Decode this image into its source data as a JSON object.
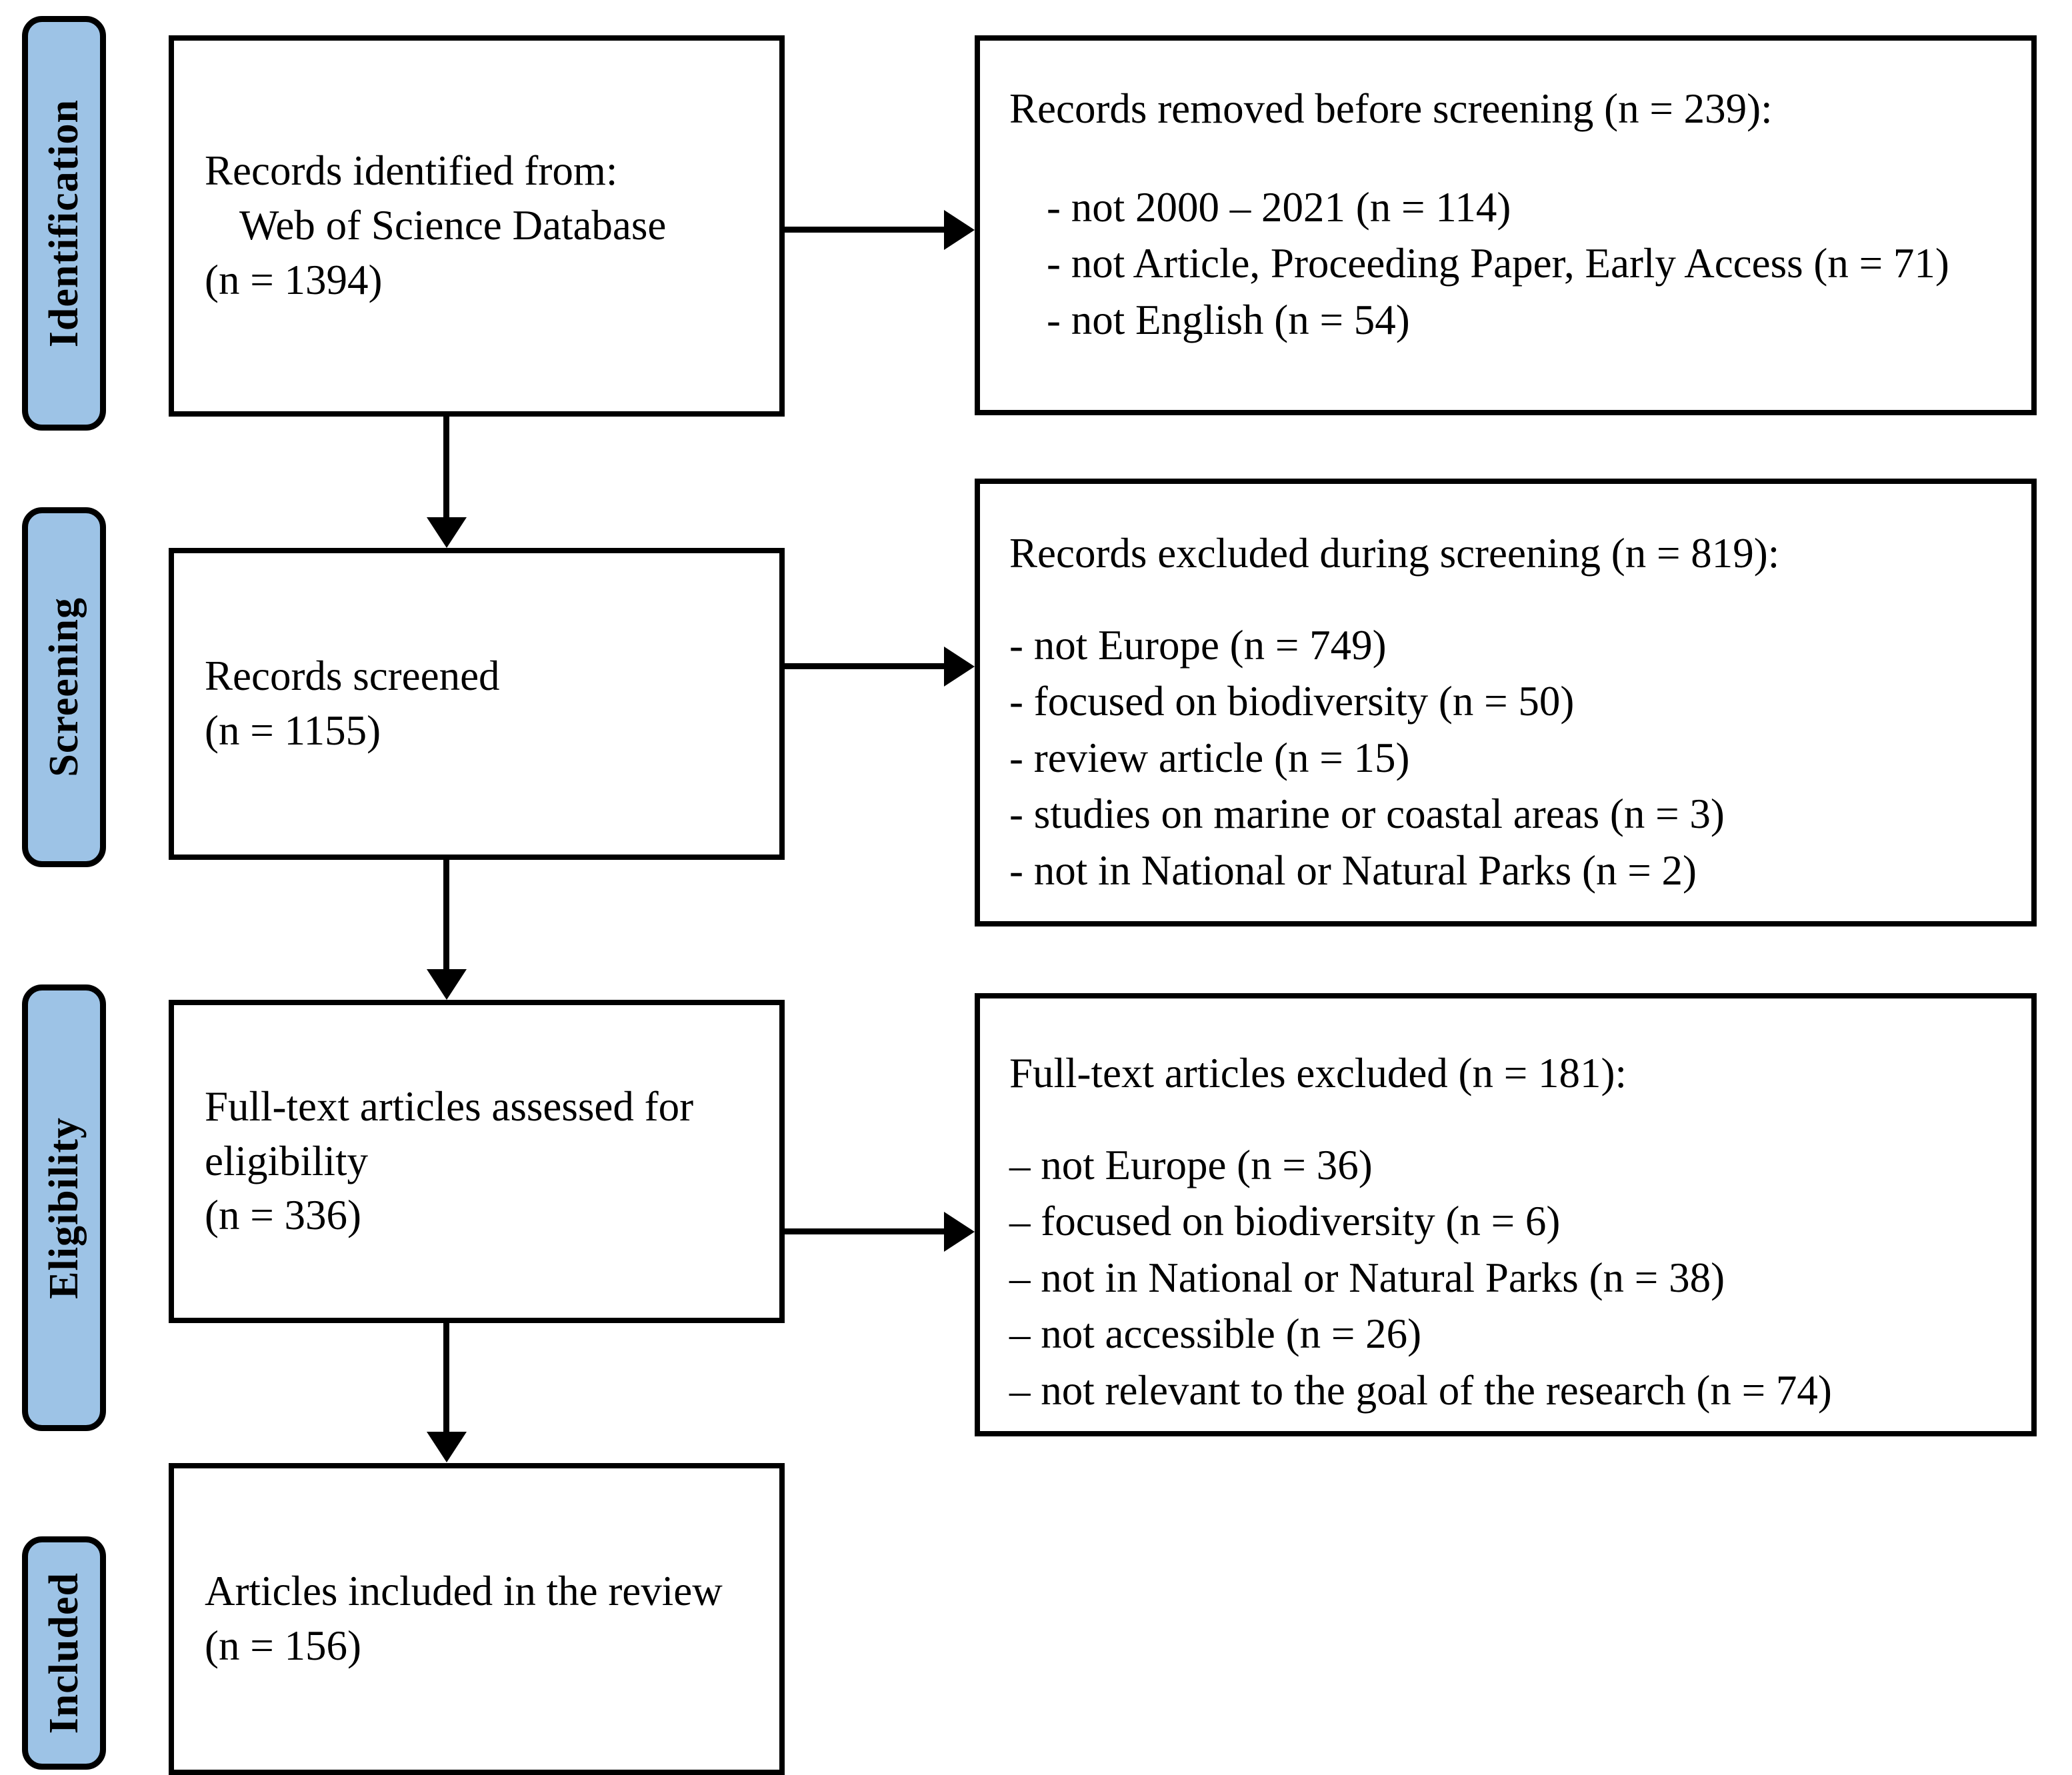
{
  "diagram": {
    "type": "PRISMA flow diagram",
    "accent_color": "#9DC3E6",
    "line_color": "#000000",
    "background_color": "#FFFFFF"
  },
  "phases": [
    {
      "key": "identification",
      "label": "Identification"
    },
    {
      "key": "screening",
      "label": "Screening"
    },
    {
      "key": "eligibility",
      "label": "Eligibility"
    },
    {
      "key": "included",
      "label": "Included"
    }
  ],
  "boxes": {
    "identified": {
      "line1": "Records identified from:",
      "line2": "Web of Science Database",
      "line3": "(n = 1394)"
    },
    "removed_before_screening": {
      "heading_prefix": "Records removed ",
      "heading_emphasis": "before screening",
      "heading_suffix": " (n = 239):",
      "items": [
        "- not 2000 – 2021 (n = 114)",
        "- not Article, Proceeding Paper, Early Access (n = 71)",
        "- not English (n = 54)"
      ]
    },
    "screened": {
      "line1": "Records screened",
      "line2": "(n = 1155)"
    },
    "excluded_during_screening": {
      "heading_prefix": "Records excluded ",
      "heading_emphasis": "during screening",
      "heading_suffix": " (n = 819):",
      "items": [
        "- not Europe (n = 749)",
        "- focused on biodiversity (n = 50)",
        "- review article (n = 15)",
        "- studies on marine or coastal areas (n = 3)",
        "- not in National or Natural Parks (n = 2)"
      ]
    },
    "assessed": {
      "line1": "Full-text articles assessed for",
      "line2": "eligibility",
      "line3": "(n = 336)"
    },
    "fulltext_excluded": {
      "heading": "Full-text articles excluded (n = 181):",
      "items": [
        "– not Europe (n = 36)",
        "– focused on biodiversity (n = 6)",
        "– not in National or Natural Parks (n = 38)",
        "– not accessible (n = 26)",
        "– not relevant to the goal of the research (n = 74)"
      ]
    },
    "included": {
      "line1": "Articles included in the review",
      "line2": "(n = 156)"
    }
  },
  "counts": {
    "identified": 1394,
    "removed_before_screening": 239,
    "removed_not_year_range": 114,
    "removed_not_doc_type": 71,
    "removed_not_english": 54,
    "screened": 1155,
    "excluded_during_screening": 819,
    "excluded_not_europe": 749,
    "excluded_biodiversity": 50,
    "excluded_review_article": 15,
    "excluded_marine_coastal": 3,
    "excluded_not_parks": 2,
    "assessed_fulltext": 336,
    "fulltext_excluded": 181,
    "ft_not_europe": 36,
    "ft_biodiversity": 6,
    "ft_not_parks": 38,
    "ft_not_accessible": 26,
    "ft_not_relevant": 74,
    "included": 156
  }
}
